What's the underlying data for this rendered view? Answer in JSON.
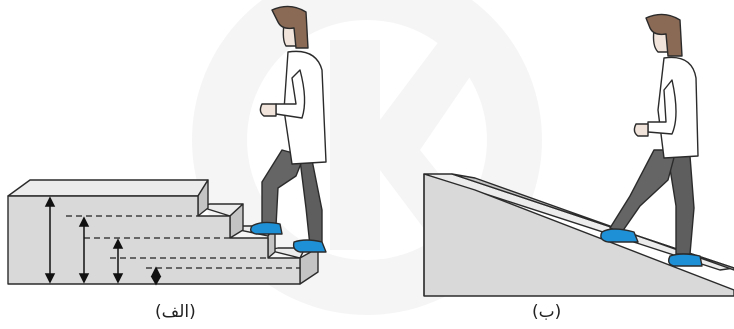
{
  "figure": {
    "captions": {
      "stairs": "(الف)",
      "ramp": "(ب)"
    },
    "colors": {
      "background": "#ffffff",
      "block_face": "#d8d8d8",
      "block_top": "#eaeaea",
      "block_outline": "#2b2b2b",
      "watermark": "#ececec",
      "trousers": "#5e5e5e",
      "shirt": "#ffffff",
      "hair": "#8b6a55",
      "skin": "#f1e4db",
      "shoes": "#1e90d6"
    },
    "parts": [
      "stairs-block",
      "ramp-block",
      "person-on-stairs",
      "person-on-ramp",
      "height-arrows",
      "step-dashed-lines",
      "watermark-logo"
    ]
  }
}
